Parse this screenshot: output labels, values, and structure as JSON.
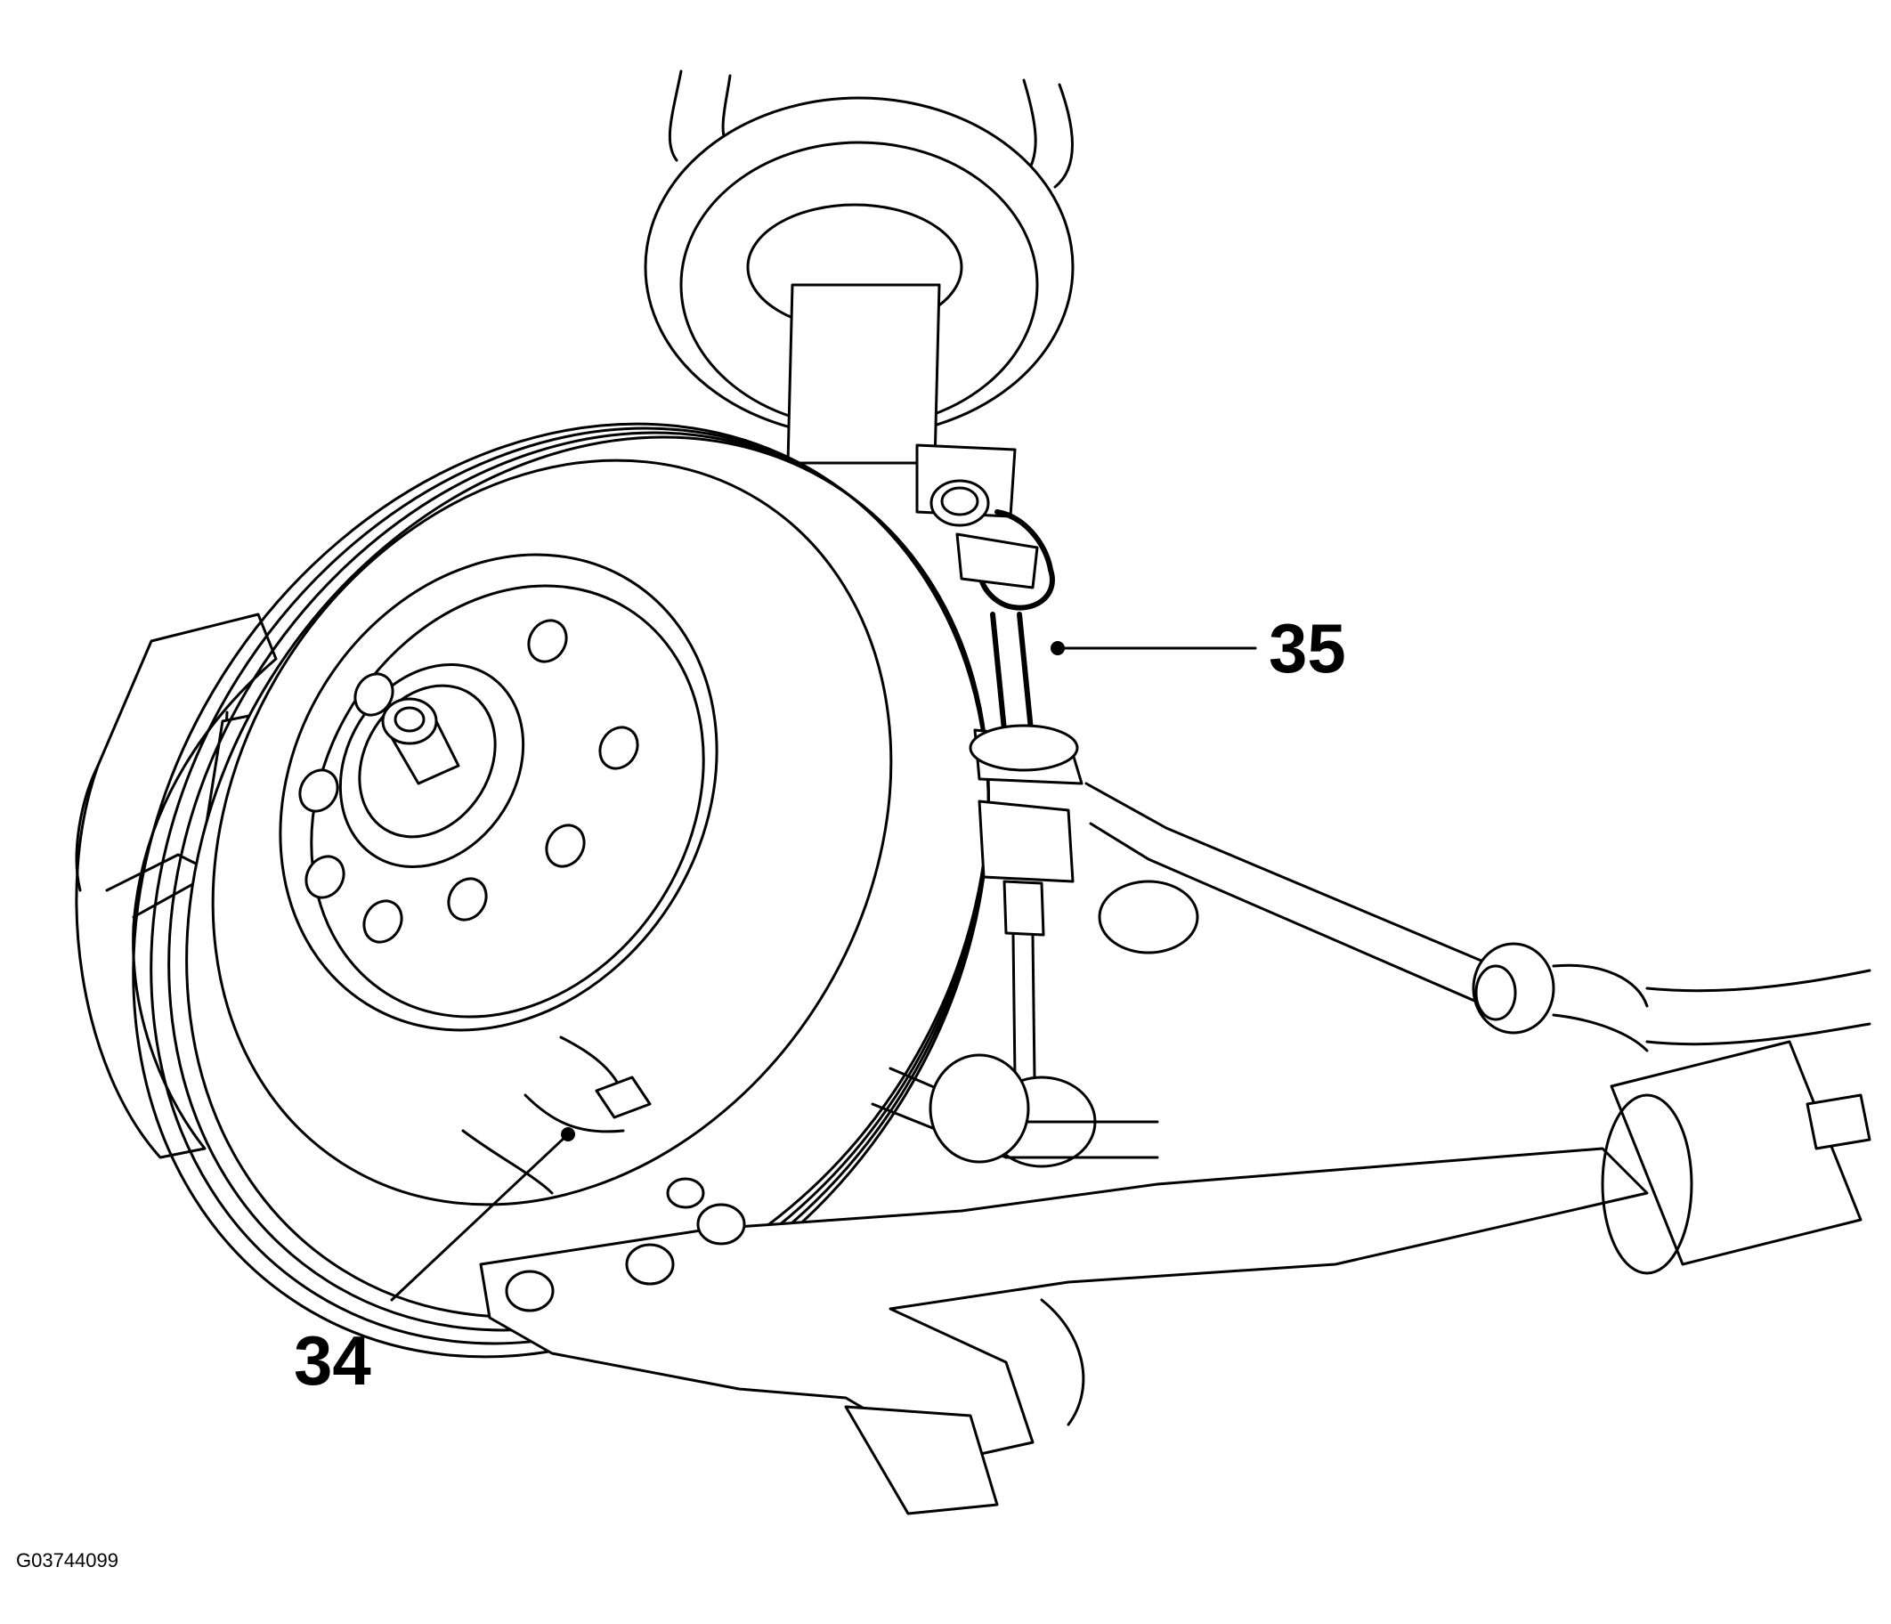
{
  "callouts": {
    "c34": {
      "label": "34"
    },
    "c35": {
      "label": "35"
    }
  },
  "figure_id": "G03744099",
  "colors": {
    "line": "#000000",
    "background": "#ffffff"
  }
}
